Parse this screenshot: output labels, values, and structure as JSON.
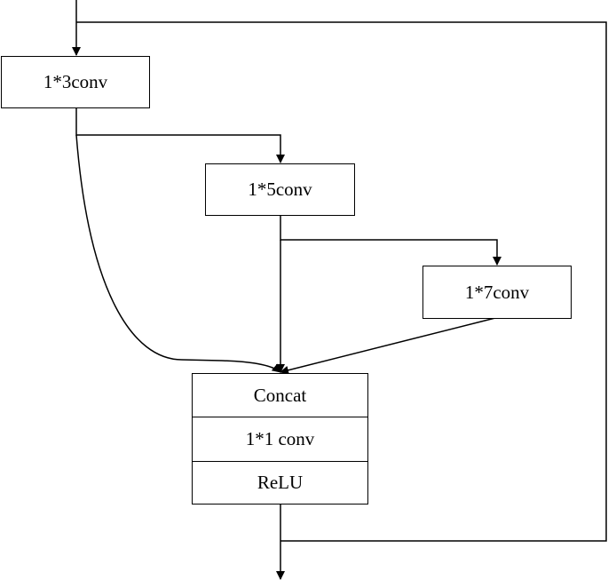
{
  "blocks": {
    "conv3": "1*3conv",
    "conv5": "1*5conv",
    "conv7": "1*7conv"
  },
  "fusion": {
    "concat": "Concat",
    "conv1": "1*1 conv",
    "relu": "ReLU"
  },
  "colors": {
    "stroke": "#000000",
    "background": "#ffffff"
  }
}
